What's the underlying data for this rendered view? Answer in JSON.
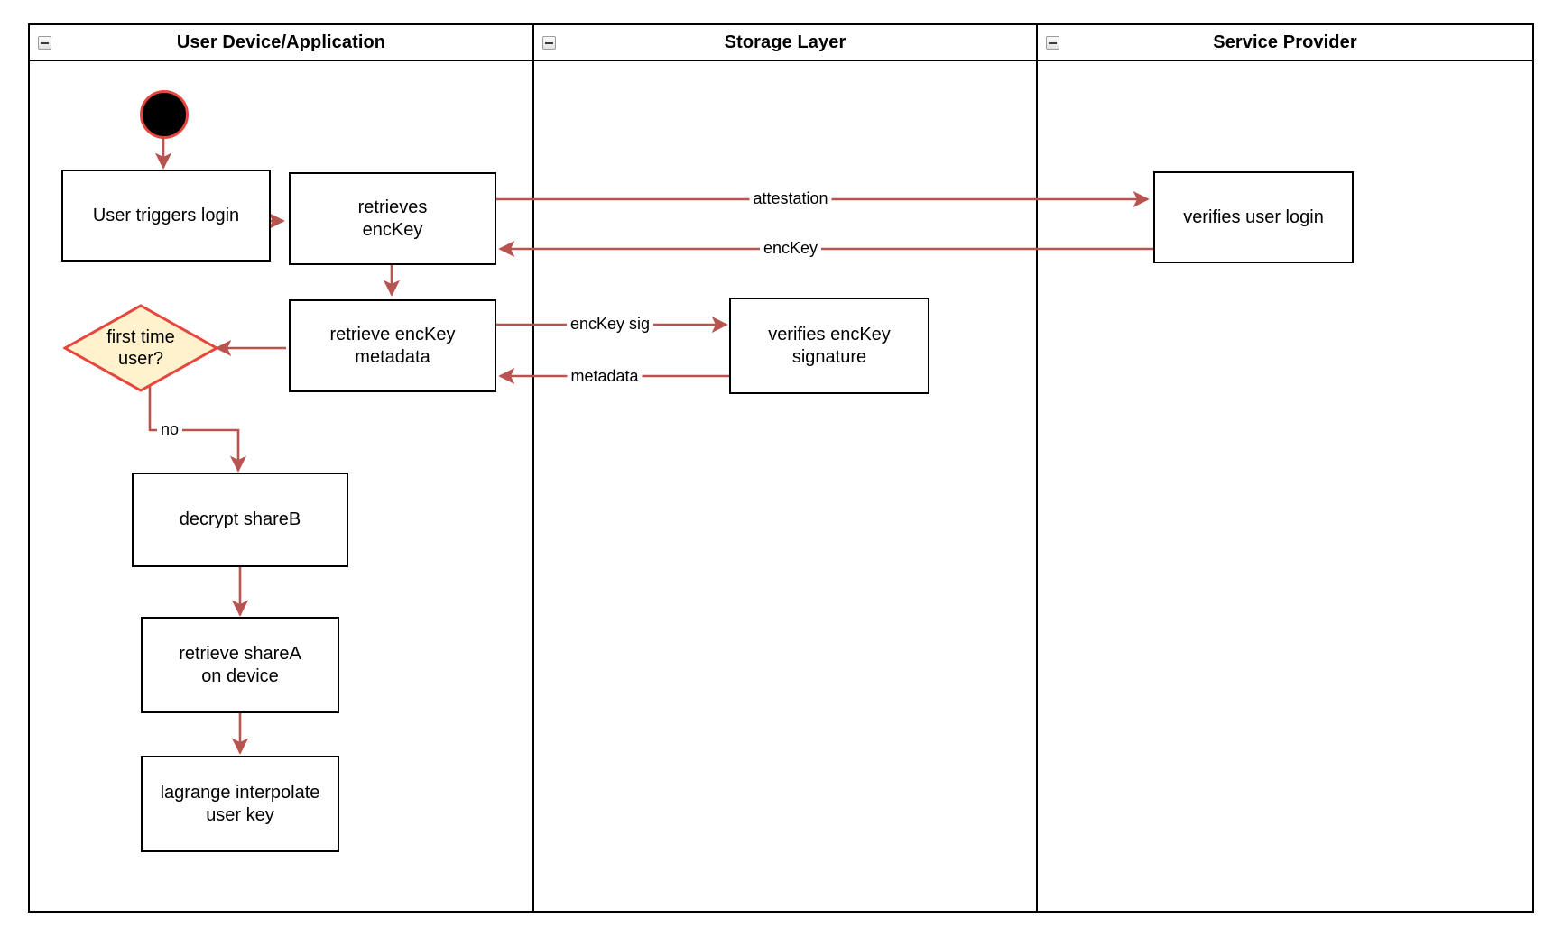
{
  "diagram": {
    "type": "swimlane-activity-diagram",
    "colors": {
      "edge": "#b85450",
      "decision_fill": "#fff2cc",
      "decision_stroke": "#e8453c",
      "node_stroke": "#000000",
      "start_fill": "#000000",
      "start_stroke": "#e8453c",
      "lane_stroke": "#000000",
      "background": "#ffffff"
    },
    "lanes": [
      {
        "id": "user",
        "title": "User Device/Application",
        "collapse_icon": "minus-box-icon"
      },
      {
        "id": "storage",
        "title": "Storage Layer",
        "collapse_icon": "minus-box-icon"
      },
      {
        "id": "provider",
        "title": "Service Provider",
        "collapse_icon": "minus-box-icon"
      }
    ],
    "nodes": [
      {
        "id": "start",
        "lane": "user",
        "shape": "start-circle",
        "label": ""
      },
      {
        "id": "user-triggers-login",
        "lane": "user",
        "shape": "rect",
        "label": "User triggers login"
      },
      {
        "id": "retrieves-enckey",
        "lane": "user",
        "shape": "rect",
        "label": "retrieves\nencKey"
      },
      {
        "id": "retrieve-enckey-metadata",
        "lane": "user",
        "shape": "rect",
        "label": "retrieve encKey\nmetadata"
      },
      {
        "id": "first-time-user",
        "lane": "user",
        "shape": "diamond",
        "label": "first time\nuser?"
      },
      {
        "id": "decrypt-shareb",
        "lane": "user",
        "shape": "rect",
        "label": "decrypt shareB"
      },
      {
        "id": "retrieve-sharea-on-device",
        "lane": "user",
        "shape": "rect",
        "label": "retrieve shareA\non device"
      },
      {
        "id": "lagrange-interpolate-user-key",
        "lane": "user",
        "shape": "rect",
        "label": "lagrange interpolate\nuser key"
      },
      {
        "id": "verifies-enckey-signature",
        "lane": "storage",
        "shape": "rect",
        "label": "verifies encKey\nsignature"
      },
      {
        "id": "verifies-user-login",
        "lane": "provider",
        "shape": "rect",
        "label": "verifies user login"
      }
    ],
    "edges": [
      {
        "id": "e-start",
        "from": "start",
        "to": "user-triggers-login",
        "label": ""
      },
      {
        "id": "e-login-retrieve",
        "from": "user-triggers-login",
        "to": "retrieves-enckey",
        "label": ""
      },
      {
        "id": "e-attestation",
        "from": "retrieves-enckey",
        "to": "verifies-user-login",
        "label": "attestation"
      },
      {
        "id": "e-enckey",
        "from": "verifies-user-login",
        "to": "retrieves-enckey",
        "label": "encKey"
      },
      {
        "id": "e-retrieve-metadata",
        "from": "retrieves-enckey",
        "to": "retrieve-enckey-metadata",
        "label": ""
      },
      {
        "id": "e-enckey-sig",
        "from": "retrieve-enckey-metadata",
        "to": "verifies-enckey-signature",
        "label": "encKey sig"
      },
      {
        "id": "e-metadata",
        "from": "verifies-enckey-signature",
        "to": "retrieve-enckey-metadata",
        "label": "metadata"
      },
      {
        "id": "e-to-decision",
        "from": "retrieve-enckey-metadata",
        "to": "first-time-user",
        "label": ""
      },
      {
        "id": "e-no",
        "from": "first-time-user",
        "to": "decrypt-shareb",
        "label": "no"
      },
      {
        "id": "e-decrypt-retrieve",
        "from": "decrypt-shareb",
        "to": "retrieve-sharea-on-device",
        "label": ""
      },
      {
        "id": "e-retrieve-lagrange",
        "from": "retrieve-sharea-on-device",
        "to": "lagrange-interpolate-user-key",
        "label": ""
      }
    ]
  }
}
